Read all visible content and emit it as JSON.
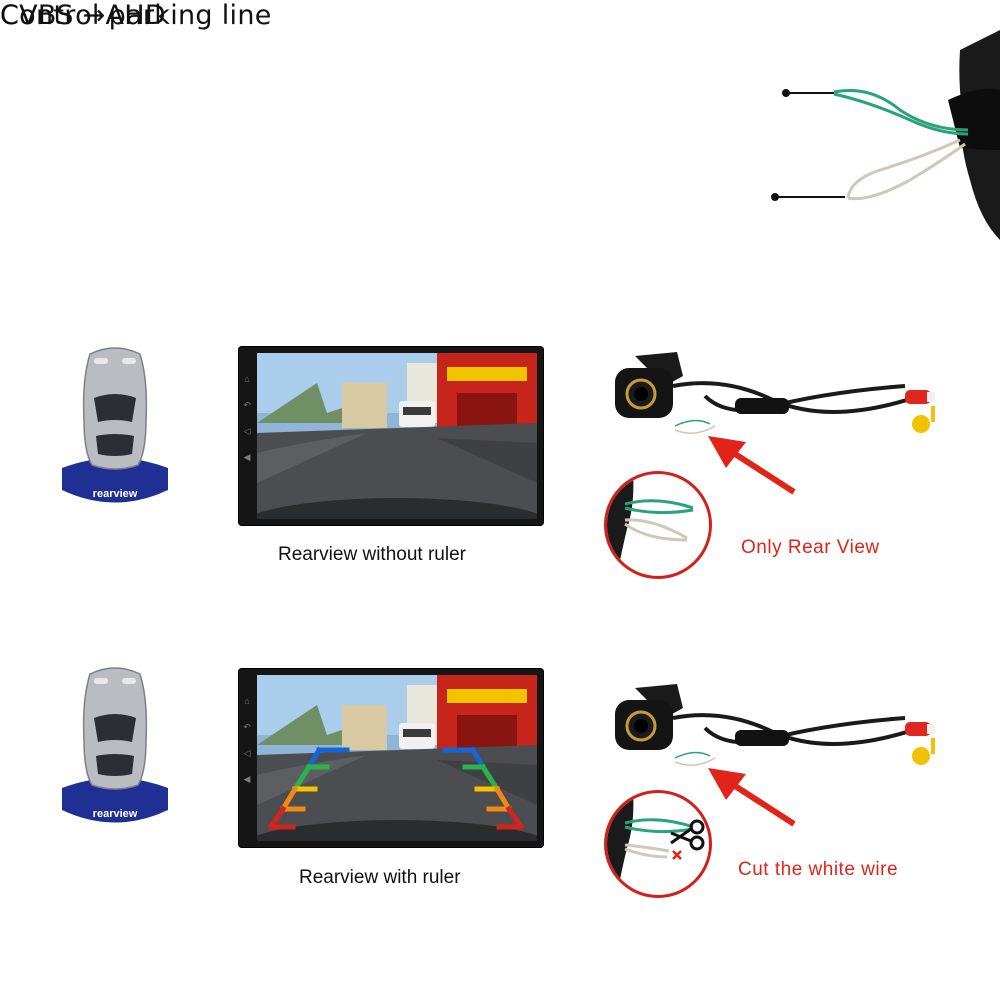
{
  "callouts": {
    "cvbs_ahd": "CVBS →AHD",
    "control_parking_line": "Control parking line"
  },
  "rows": [
    {
      "badge_label": "rearview",
      "screen_caption": "Rearview without ruler",
      "camera_note": "Only Rear View",
      "ruler_visible": false
    },
    {
      "badge_label": "rearview",
      "screen_caption": "Rearview with ruler",
      "camera_note": "Cut the white wire",
      "ruler_visible": true
    }
  ],
  "icons": {
    "headunit_side": [
      "home-icon",
      "back-icon",
      "volume-down-icon",
      "volume-up-icon"
    ],
    "car": "car-top-view-icon",
    "arrow": "red-arrow-icon",
    "scissors": "scissors-icon"
  },
  "colors": {
    "badge_blue": "#1f2f93",
    "callout_red": "#e2231a",
    "green_wire": "#2aa37a",
    "white_wire": "#cfc7b8",
    "rca_red": "#e0261f",
    "rca_yellow": "#f2c200",
    "ruler_blue": "#1565d8",
    "ruler_green": "#2cb24a",
    "ruler_yellow": "#f5c400",
    "ruler_orange": "#f28a12",
    "ruler_red": "#d6221c"
  }
}
